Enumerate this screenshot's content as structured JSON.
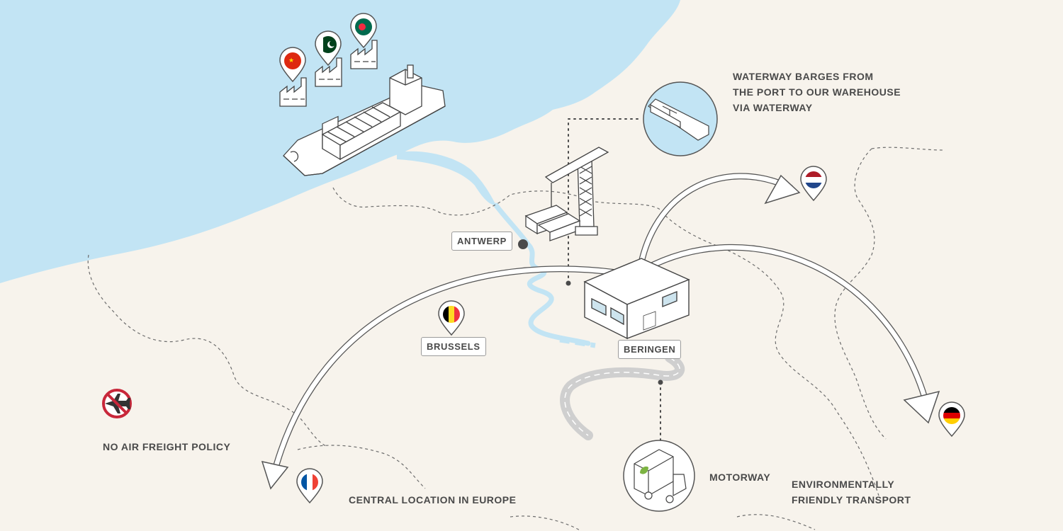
{
  "labels": {
    "antwerp": "ANTWERP",
    "brussels": "BRUSSELS",
    "beringen": "BERINGEN",
    "waterway_line1": "WATERWAY BARGES FROM",
    "waterway_line2": "THE PORT TO OUR WAREHOUSE",
    "waterway_line3": "VIA WATERWAY",
    "no_air_freight": "NO AIR FREIGHT POLICY",
    "central_location": "CENTRAL LOCATION IN EUROPE",
    "motorway": "MOTORWAY",
    "env_line1": "ENVIRONMENTALLY",
    "env_line2": "FRIENDLY TRANSPORT"
  },
  "colors": {
    "sea": "#c2e4f4",
    "land": "#f7f3ec",
    "line": "#4a4a4a",
    "river": "#c2e4f4",
    "road": "#cfcfcf",
    "no_air_red": "#c8273a"
  },
  "icons": [
    "china-flag-pin-icon",
    "pakistan-flag-pin-icon",
    "bangladesh-flag-pin-icon",
    "factory-icon",
    "container-ship-icon",
    "crane-icon",
    "warehouse-icon",
    "barge-icon",
    "truck-icon",
    "no-airplane-icon",
    "netherlands-flag-pin-icon",
    "belgium-flag-pin-icon",
    "germany-flag-pin-icon",
    "france-flag-pin-icon"
  ]
}
